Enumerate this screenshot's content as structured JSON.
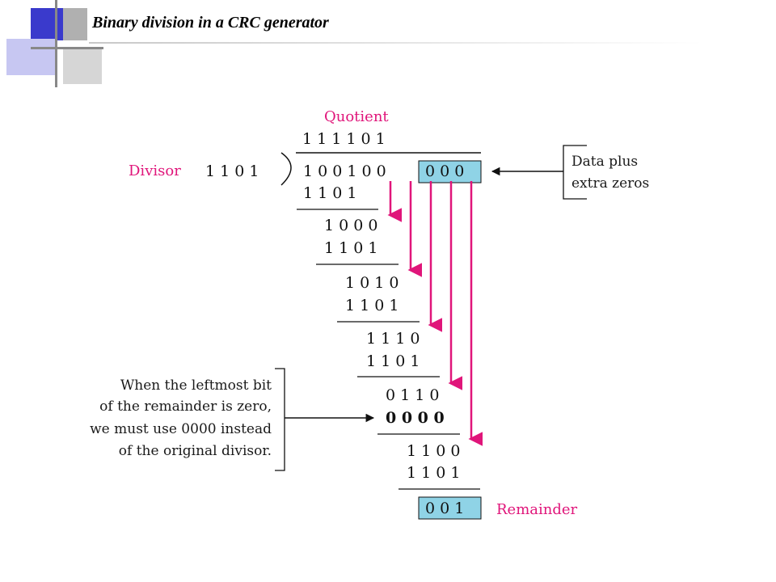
{
  "slide": {
    "title": "Binary division in a CRC generator"
  },
  "diagram": {
    "quotient_label": "Quotient",
    "divisor_label": "Divisor",
    "data_note_line1": "Data plus",
    "data_note_line2": "extra zeros",
    "remainder_label": "Remainder",
    "note_line1": "When the leftmost bit",
    "note_line2": "of the remainder is zero,",
    "note_line3": "we must use 0000 instead",
    "note_line4": "of the original divisor.",
    "quotient_bits": "1 1 1 1 0 1",
    "divisor_bits": "1 1 0 1",
    "dividend_data_bits": "1 0 0 1 0 0",
    "dividend_zero_bits": "0 0 0",
    "steps": [
      {
        "subtrahend": "1 1 0 1"
      },
      {
        "partial": "1 0 0 0",
        "subtrahend": "1 1 0 1"
      },
      {
        "partial": "1 0 1 0",
        "subtrahend": "1 1 0 1"
      },
      {
        "partial": "1 1 1 0",
        "subtrahend": "1 1 0 1"
      },
      {
        "partial": "0 1 1 0",
        "subtrahend": "0 0 0 0"
      },
      {
        "partial": "1 1 0 0",
        "subtrahend": "1 1 0 1"
      }
    ],
    "remainder_bits": "0 0 1",
    "colors": {
      "accent_pink": "#e0157a",
      "highlight_box": "#8fd3e6",
      "text": "#111111"
    }
  }
}
